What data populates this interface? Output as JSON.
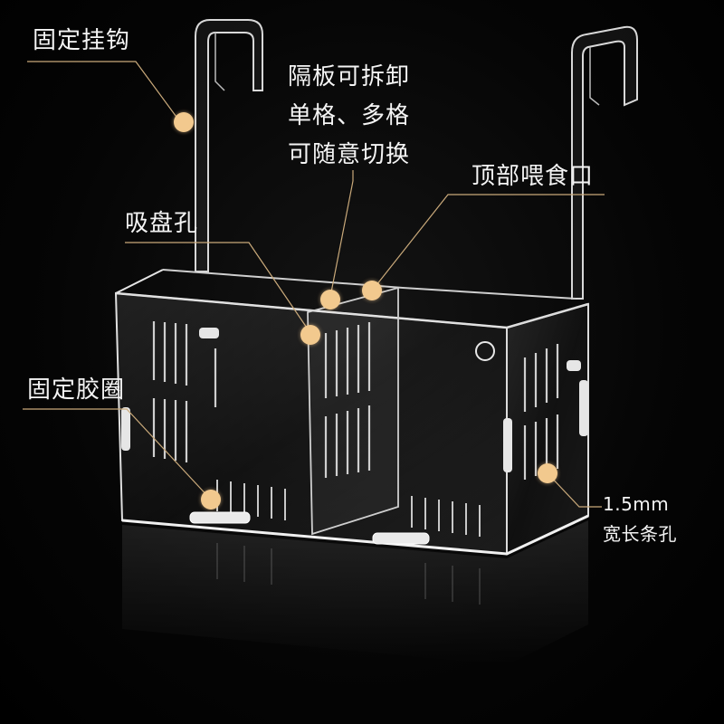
{
  "callouts": {
    "hanging_hook": "固定挂钩",
    "divider": [
      "隔板可拆卸",
      "单格、多格",
      "可随意切换"
    ],
    "feeding_port": "顶部喂食口",
    "suction_hole": "吸盘孔",
    "rubber_ring": "固定胶圈",
    "slot_size": "1.5mm",
    "slot_desc": "宽长条孔"
  },
  "colors": {
    "background": "#000000",
    "text": "#f4f4f4",
    "marker": "#f2c98e",
    "leader_line": "#c9a97a"
  }
}
